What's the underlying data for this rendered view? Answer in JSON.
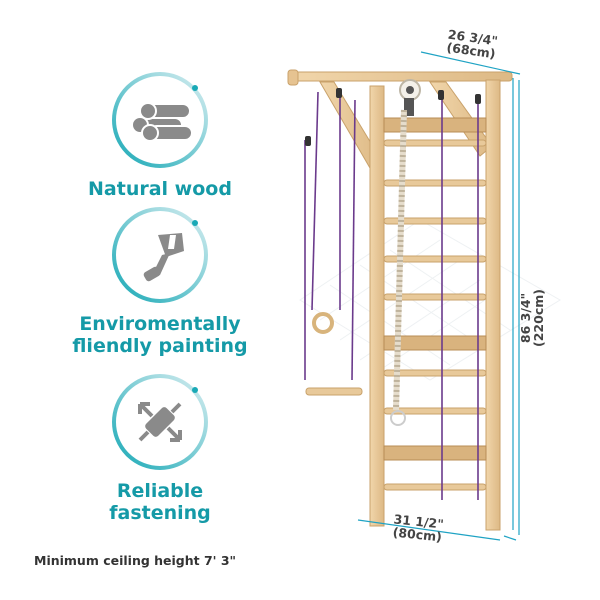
{
  "features": [
    {
      "label_line1": "Natural wood",
      "label_line2": "",
      "icon": "logs-icon"
    },
    {
      "label_line1": "Enviromentally",
      "label_line2": "fliendly painting",
      "icon": "paint-brush-icon"
    },
    {
      "label_line1": "Reliable",
      "label_line2": "fastening",
      "icon": "fastening-buckle-icon"
    }
  ],
  "dimensions": {
    "width_top": "26 3/4\"",
    "width_top_cm": "(68cm)",
    "height": "86 3/4\"",
    "height_cm": "(220cm)",
    "width_bottom": "31 1/2\"",
    "width_bottom_cm": "(80cm)"
  },
  "footer_note": "Minimum ceiling height 7' 3\"",
  "colors": {
    "accent": "#159aa7",
    "ring_gradient_start": "#19a9b6",
    "ring_gradient_end": "#bfe4e8",
    "icon_gray": "#8a8a8a",
    "wood": "#e8c99a",
    "wood_dark": "#c9a26b",
    "dimension_line": "#1fa3c4",
    "cord": "#6b3a8c"
  }
}
